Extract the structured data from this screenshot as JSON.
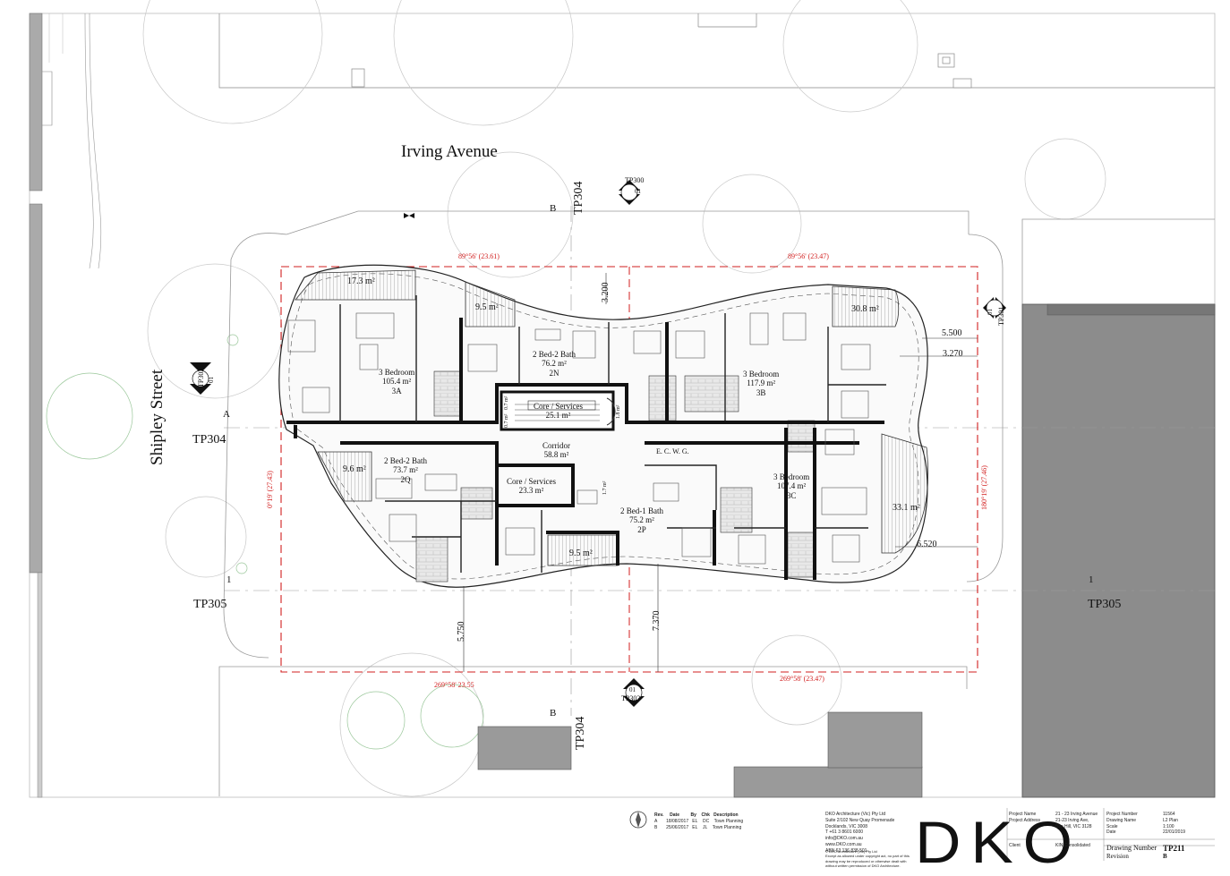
{
  "streets": {
    "irving": "Irving Avenue",
    "shipley": "Shipley Street"
  },
  "sections": {
    "tp304_top": "TP304",
    "tp304_left": "TP304",
    "tp304_bottom": "TP304",
    "tp305_left": "TP305",
    "tp305_right": "TP305",
    "tp300": "TP300",
    "tp301": "TP301",
    "tp302": "TP302",
    "tp303": "TP303",
    "marker_num": "01",
    "b_top": "B",
    "b_bottom": "B",
    "a_left": "A",
    "one_left": "1",
    "one_right": "1"
  },
  "rooms": {
    "apt3a": {
      "name": "3 Bedroom",
      "area": "105.4 m²",
      "code": "3A"
    },
    "apt2n": {
      "name": "2 Bed-2 Bath",
      "area": "76.2 m²",
      "code": "2N"
    },
    "apt3b": {
      "name": "3 Bedroom",
      "area": "117.9 m²",
      "code": "3B"
    },
    "apt2q": {
      "name": "2 Bed-2 Bath",
      "area": "73.7 m²",
      "code": "2Q"
    },
    "apt3c": {
      "name": "3 Bedroom",
      "area": "107.4 m²",
      "code": "3C"
    },
    "apt2p": {
      "name": "2 Bed-1 Bath",
      "area": "75.2 m²",
      "code": "2P"
    },
    "corridor": {
      "name": "Corridor",
      "area": "58.8 m²"
    },
    "core1": {
      "name": "Core / Services",
      "area": "25.1 m²"
    },
    "core2": {
      "name": "Core / Services",
      "area": "23.3 m²"
    }
  },
  "balconies": {
    "b1": "17.3 m²",
    "b2": "9.5 m²",
    "b3": "30.8 m²",
    "b4": "9.6 m²",
    "b5": "33.1 m²",
    "b6": "9.5 m²"
  },
  "dimensions": {
    "d3200": "3.200",
    "d5500": "5.500",
    "d3270": "3.270",
    "d6520": "6.520",
    "d5750": "5.750",
    "d7370": "7.370",
    "small1": "0.7 m²",
    "small2": "0.7 m²",
    "small3": "1.8 m²",
    "small4": "1.7 m²",
    "evc": "E.  C.   W. G."
  },
  "boundary": {
    "top_left": "89°56' (23.61)",
    "top_right": "89°56' (23.47)",
    "bottom_left": "269°58' 23.55",
    "bottom_right": "269°58' (23.47)",
    "left": "0°19' (27.43)",
    "right": "180°19' (27.46)"
  },
  "title_block": {
    "revisions": {
      "headers": [
        "Rev.",
        "Date",
        "By",
        "Chk",
        "Description"
      ],
      "rows": [
        [
          "A",
          "18/08/2017",
          "EL",
          "DC",
          "Town Planning"
        ],
        [
          "B",
          "25/06/2017",
          "EL",
          "JL",
          "Town Planning"
        ]
      ]
    },
    "firm": [
      "DKO Architecture (Vic) Pty Ltd",
      "Suite 2/102 New Quay Promenade",
      "Docklands, VIC 3008",
      "T +61 3 8601 6000",
      "info@DKO.com.au",
      "www.DKO.com.au",
      "ABN 63 136 838 501"
    ],
    "copyright": [
      "© DKO Architecture (Vic) Pty Ltd",
      "Except as allowed under copyright act, no part of this",
      "drawing may be reproduced or otherwise dealt with",
      "without written permission of DKO Architecture."
    ],
    "logo": "DKO",
    "project_name_label": "Project Name",
    "project_address_label": "Project Address",
    "project_name": "21 - 23 Irving Avenue",
    "project_address": [
      "21-23 Irving Ave,",
      "Box Hill, VIC 3128"
    ],
    "client_label": "Client",
    "client": "KIN Consolidated",
    "project_number_label": "Project Number",
    "drawing_name_label": "Drawing Name",
    "scale_label": "Scale",
    "date_label": "Date",
    "project_number": "11564",
    "drawing_name": "L2 Plan",
    "scale": "1:100",
    "date": "22/01/2019",
    "drawing_number_label": "Drawing Number",
    "revision_label": "Revision",
    "drawing_number": "TP211",
    "revision": "B"
  },
  "colors": {
    "boundary_red": "#d21f1f",
    "neighbour_grey": "#8c8c8c",
    "tree_green": "#9ac79a"
  }
}
